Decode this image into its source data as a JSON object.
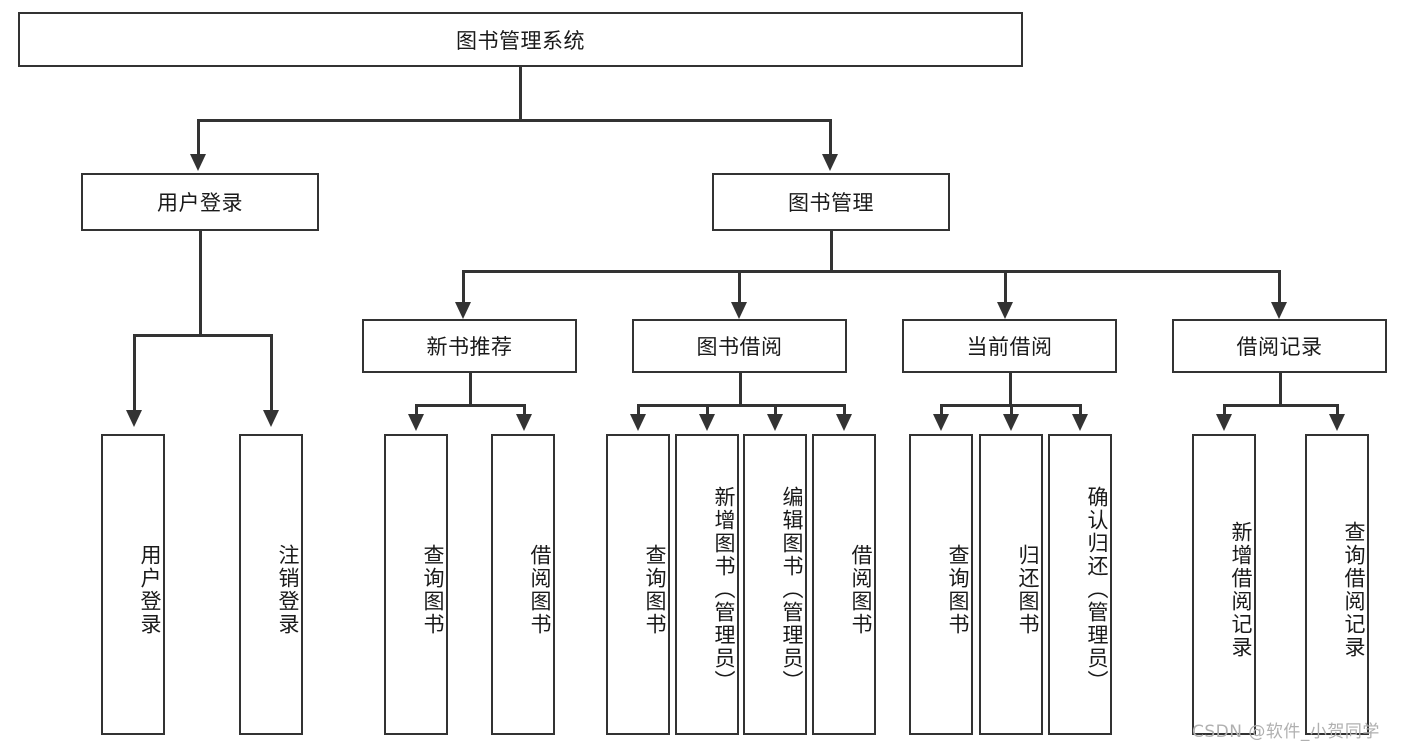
{
  "diagram": {
    "title_node": {
      "label": "图书管理系统"
    },
    "level2": [
      {
        "label": "用户登录"
      },
      {
        "label": "图书管理"
      }
    ],
    "level3": [
      {
        "label": "新书推荐"
      },
      {
        "label": "图书借阅"
      },
      {
        "label": "当前借阅"
      },
      {
        "label": "借阅记录"
      }
    ],
    "leaves": {
      "user_login": [
        {
          "label": "用户登录"
        },
        {
          "label": "注销登录"
        }
      ],
      "new_book_recommend": [
        {
          "label": "查询图书"
        },
        {
          "label": "借阅图书"
        }
      ],
      "book_borrow": [
        {
          "label": "查询图书"
        },
        {
          "label": "新增图书（管理员）"
        },
        {
          "label": "编辑图书（管理员）"
        },
        {
          "label": "借阅图书"
        }
      ],
      "current_borrow": [
        {
          "label": "查询图书"
        },
        {
          "label": "归还图书"
        },
        {
          "label": "确认归还（管理员）"
        }
      ],
      "borrow_record": [
        {
          "label": "新增借阅记录"
        },
        {
          "label": "查询借阅记录"
        }
      ]
    }
  },
  "watermark": {
    "text": "CSDN @软件_小贺同学"
  },
  "colors": {
    "line": "#333333",
    "text": "#1a1a1a",
    "background": "#ffffff",
    "watermark": "#b0b0b0"
  }
}
